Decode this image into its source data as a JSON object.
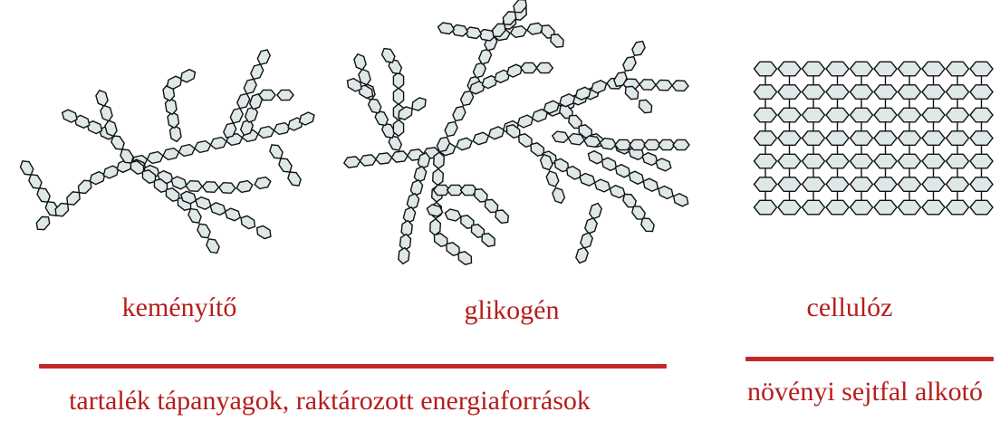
{
  "labels": {
    "starch": "keményítő",
    "glycogen": "glikogén",
    "cellulose": "cellulóz",
    "storage": "tartalék tápanyagok, raktározott energiaforrások",
    "cell_wall": "növényi sejtfal alkotó"
  },
  "colors": {
    "text": "#b71c1c",
    "rule": "#c62828",
    "hexagon_fill": "#dfe8e8",
    "hexagon_stroke": "#111111"
  }
}
